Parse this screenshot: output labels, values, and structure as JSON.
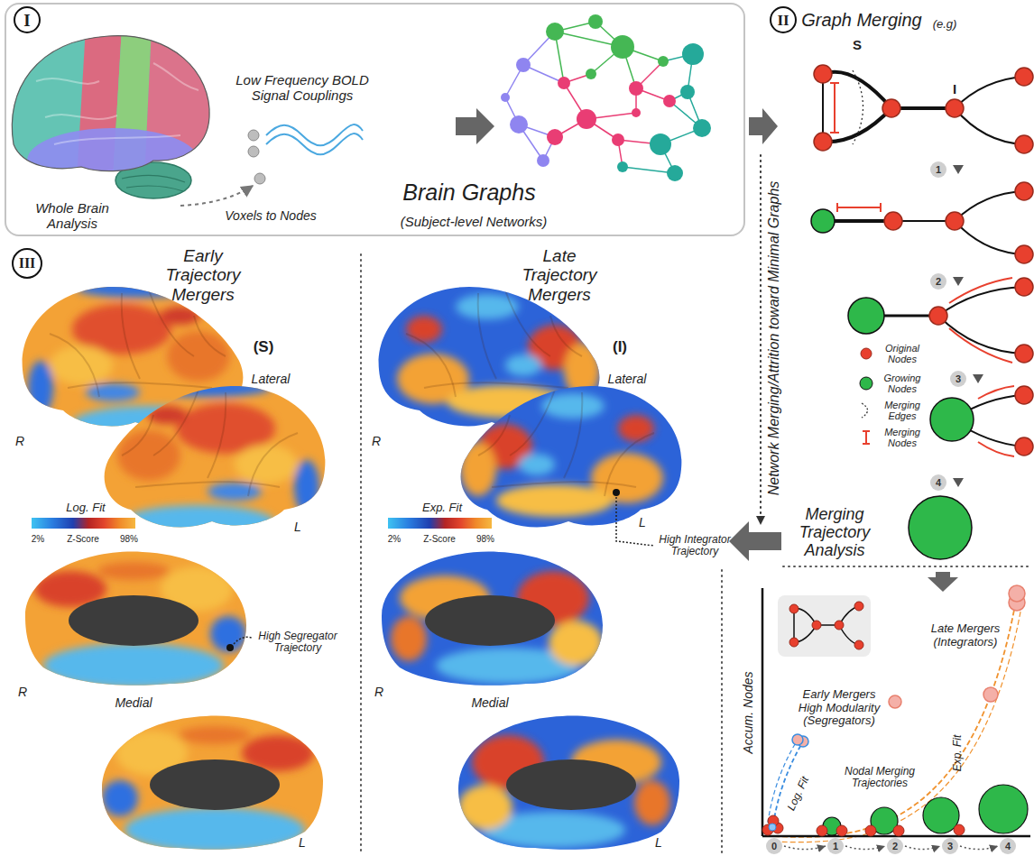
{
  "diagram": {
    "nodes": [
      {
        "text": [
          "Whole Brain Analysis",
          "Low Frequency BOLD Signal Couplings",
          "Voxels to Nodes",
          "Brain Graphs",
          "(Subject-level Networks)"
        ]
      },
      {
        "text": [
          "I"
        ],
        "in": 0
      },
      {
        "text": [
          "II"
        ]
      },
      {
        "text": [
          "III"
        ]
      },
      {
        "text": [
          "1"
        ]
      },
      {
        "text": [
          "2"
        ]
      },
      {
        "text": [
          "3"
        ]
      },
      {
        "text": [
          "4"
        ]
      },
      {
        "text": [
          "0"
        ]
      },
      {
        "text": [
          "1"
        ]
      },
      {
        "text": [
          "2"
        ]
      },
      {
        "text": [
          "3"
        ]
      },
      {
        "text": [
          "4"
        ]
      }
    ],
    "edges": [
      {
        "from": 8,
        "to": 9,
        "arrow": "to"
      },
      {
        "from": 9,
        "to": 10,
        "arrow": "to"
      },
      {
        "from": 10,
        "to": 11,
        "arrow": "to"
      },
      {
        "from": 11,
        "to": 12,
        "arrow": "to"
      }
    ],
    "labels": [
      "Graph Merging",
      "(e.g)",
      "S",
      "I",
      "Network Merging/Attrition toward Minimal Graphs",
      "Merging Trajectory Analysis",
      "Early Trajectory Mergers",
      "(S)",
      "R",
      "Lateral",
      "L",
      "High Segregator Trajectory",
      "R",
      "Medial",
      "L",
      "Log. Fit",
      "2%",
      "Z-Score",
      "98%",
      "Late Trajectory Mergers",
      "(I)",
      "R",
      "Lateral",
      "L",
      "High Integrator Trajectory",
      "R",
      "Medial",
      "L",
      "Exp. Fit",
      "2%",
      "Z-Score",
      "98%",
      "Accum. Nodes",
      "Late Mergers (Integrators)",
      "Early Mergers High Modularity (Segregators)",
      "Nodal Merging Trajectories",
      "Log. Fit",
      "Exp. Fit"
    ],
    "legend": [
      {
        "text": "Original Nodes"
      },
      {
        "text": "Growing Nodes"
      },
      {
        "text": "Merging Edges"
      },
      {
        "text": "Merging Nodes"
      }
    ]
  }
}
